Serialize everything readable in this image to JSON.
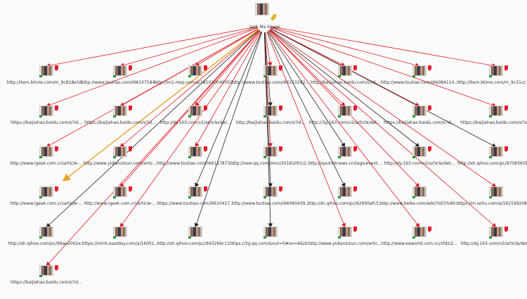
{
  "root": {
    "label": "Jack Ma image",
    "thumb_icon": "portrait-thumbnail",
    "pin_icon": "pencil-icon"
  },
  "colors": {
    "edge_red": "#e0191f",
    "edge_black": "#222222",
    "edge_orange": "#e7a32b",
    "marker_red": "#e8192c",
    "dot_green": "#1a9c3a"
  },
  "nodes": [
    {
      "label": "http://item.btime.com/m_9c818e16...",
      "marker": true,
      "edge": "red"
    },
    {
      "label": "http://www.toutiao.com/i66107184...",
      "marker": true,
      "edge": "red"
    },
    {
      "label": "http://m2.mop.com/a/181010040050...",
      "marker": true,
      "edge": "red"
    },
    {
      "label": "http://www.toutiao.com/i66121582...",
      "marker": true,
      "edge": "red"
    },
    {
      "label": "http://baijiahao.baidu.com/s?id...",
      "marker": true,
      "edge": "red"
    },
    {
      "label": "http://www.toutiao.com/i66084114...",
      "marker": true,
      "edge": "red"
    },
    {
      "label": "http://item.btime.com/m_9c31cc71...",
      "marker": true,
      "edge": "red"
    },
    {
      "label": "https://baijiahao.baidu.com/s?id...",
      "marker": true,
      "edge": "red"
    },
    {
      "label": "https://baijiahao.baidu.com/s?id...",
      "marker": true,
      "edge": "red"
    },
    {
      "label": "http://dy.163.com/v2/article/det...",
      "marker": true,
      "edge": "red"
    },
    {
      "label": "http://baijiahao.baidu.com/s?id...",
      "marker": true,
      "edge": "black"
    },
    {
      "label": "http://3g.163.com/v2/article/det...",
      "marker": true,
      "edge": "red"
    },
    {
      "label": "https://baijiahao.baidu.com/s?id...",
      "marker": true,
      "edge": "red"
    },
    {
      "label": "https://baijiahao.baidu.com/s?id...",
      "marker": true,
      "edge": "red"
    },
    {
      "label": "http://www.igeek.com.cn/article-...",
      "marker": true,
      "edge": "red"
    },
    {
      "label": "http://www.yidianzixun.com/artic...",
      "marker": true,
      "edge": "red"
    },
    {
      "label": "http://www.toutiao.com/i66117873...",
      "marker": true,
      "edge": "red"
    },
    {
      "label": "http://new.qq.com/omn/20181001/2...",
      "marker": true,
      "edge": "red"
    },
    {
      "label": "http://sputniknews.cn/tags/event...",
      "marker": true,
      "edge": "black"
    },
    {
      "label": "http://dy.163.com/v2/article/det...",
      "marker": true,
      "edge": "black"
    },
    {
      "label": "http://sh.qihoo.com/pc/970839396...",
      "marker": true,
      "edge": "black"
    },
    {
      "label": "http://www.igeek.com.cn/article-...",
      "marker": true,
      "edge": "orange"
    },
    {
      "label": "http://www.igeek.com.cn/article-...",
      "marker": true,
      "edge": "red"
    },
    {
      "label": "https://www.toutiao.com/i6610417...",
      "marker": true,
      "edge": "black"
    },
    {
      "label": "http://www.toutiao.com/i66080439...",
      "marker": true,
      "edge": "black"
    },
    {
      "label": "http://sh.qihoo.com/pc/92900afc5...",
      "marker": true,
      "edge": "black"
    },
    {
      "label": "http://www.beike.com/wiki/%E5%90...",
      "marker": false,
      "edge": "red"
    },
    {
      "label": "https://m.sohu.com/a/162199208_9...",
      "marker": false,
      "edge": "red"
    },
    {
      "label": "http://sh.qihoo.com/pc/99ae2062e...",
      "marker": false,
      "edge": "black"
    },
    {
      "label": "https://minh.eastday.com/a/16051...",
      "marker": false,
      "edge": "red"
    },
    {
      "label": "http://sh.qihoo.com/pc/943266c11...",
      "marker": false,
      "edge": "black"
    },
    {
      "label": "https://3g.qq.com/&out=0#on=6&id...",
      "marker": false,
      "edge": "black"
    },
    {
      "label": "http://www.yidianzixun.com/artic...",
      "marker": true,
      "edge": "red"
    },
    {
      "label": "http://www.eeworld.com.cn/xfdz/2...",
      "marker": true,
      "edge": "red"
    },
    {
      "label": "http://dy.163.com/v2/article/det...",
      "marker": true,
      "edge": "red"
    },
    {
      "label": "https://baijiahao.baidu.com/s?id...",
      "marker": true,
      "edge": "red"
    }
  ]
}
